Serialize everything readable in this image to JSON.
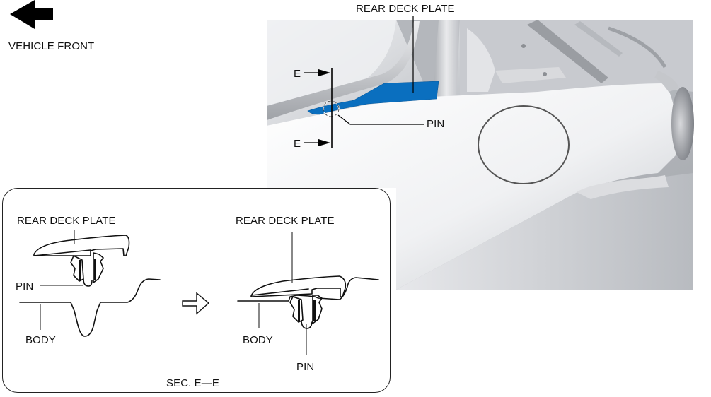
{
  "orientation": {
    "icon": "arrow-left-icon",
    "label": "VEHICLE FRONT"
  },
  "main_view": {
    "rear_deck_plate_label": "REAR DECK PLATE",
    "pin_label": "PIN",
    "section_marker_top": "E",
    "section_marker_bottom": "E",
    "highlight_color": "#0a6fbf"
  },
  "section_detail": {
    "caption": "SEC. E—E",
    "before": {
      "rear_deck_plate_label": "REAR DECK PLATE",
      "pin_label": "PIN",
      "body_label": "BODY"
    },
    "transition_icon": "hollow-arrow-right-icon",
    "after": {
      "rear_deck_plate_label": "REAR DECK PLATE",
      "pin_label": "PIN",
      "body_label": "BODY"
    }
  }
}
